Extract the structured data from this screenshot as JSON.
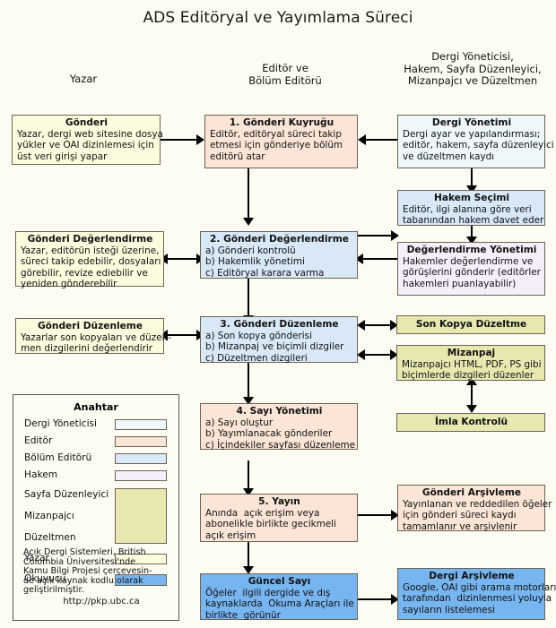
{
  "title": "ADS Editöryal ve Yayımlama Süreci",
  "columns": [
    {
      "name": "author-column-header",
      "text": "Yazar"
    },
    {
      "name": "editor-column-header",
      "text": "Editör ve\nBölüm Editörü"
    },
    {
      "name": "staff-column-header",
      "text": "Dergi Yöneticisi,\nHakem, Sayfa Düzenleyici,\nMizanpajcı ve Düzeltmen"
    }
  ],
  "boxes": {
    "submission": {
      "heading": "Gönderi",
      "lines": [
        "Yazar, dergi web sitesine dosya",
        "yükler ve OAI dizinlemesi için",
        "üst veri girişi yapar"
      ],
      "color": "#fcfbdd",
      "role": "Yazar"
    },
    "submission_queue": {
      "heading": "1. Gönderi Kuyruğu",
      "lines": [
        "Editör, editöryal süreci takip",
        "etmesi için gönderiye bölüm",
        "editörü atar"
      ],
      "color": "#fbe5d6",
      "role": "Editör"
    },
    "journal_management": {
      "heading": "Dergi Yönetimi",
      "lines": [
        "Dergi ayar ve yapılandırması;",
        "editör, hakem, sayfa düzenleyici",
        "ve düzeltmen kaydı"
      ],
      "color": "#eef8fb",
      "role": "Dergi Yöneticisi"
    },
    "reviewer_selection": {
      "heading": "Hakem Seçimi",
      "lines": [
        "Editör, ilgi alanına göre veri",
        "tabanından hakem davet eder"
      ],
      "color": "#d8e8f7",
      "role": "Bölüm Editörü"
    },
    "submission_review_author": {
      "heading": "Gönderi Değerlendirme",
      "lines": [
        "Yazar, editörün isteği üzerine,",
        "süreci takip edebilir, dosyaları",
        "görebilir, revize ediebilir ve",
        "yeniden gönderebilir"
      ],
      "color": "#fcfbdd",
      "role": "Yazar"
    },
    "submission_review": {
      "heading": "2. Gönderi Değerlendirme",
      "lines": [
        "a) Gönderi kontrolü",
        "b) Hakemlik yönetimi",
        "c) Editöryal karara varma"
      ],
      "color": "#d8e8f7",
      "role": "Bölüm Editörü"
    },
    "review_management": {
      "heading": "Değerlendirme Yönetimi",
      "lines": [
        "Hakemler değerlendirme ve",
        "görüşlerini gönderir (editörler",
        "hakemleri puanlayabilir)"
      ],
      "color": "#f6eefa",
      "role": "Hakem"
    },
    "submission_editing_author": {
      "heading": "Gönderi Düzenleme",
      "lines": [
        "Yazarlar son kopyaları ve düzelt-",
        "men dizgilerini değerlendirir"
      ],
      "color": "#fcfbdd",
      "role": "Yazar"
    },
    "submission_editing": {
      "heading": "3. Gönderi Düzenleme",
      "lines": [
        "a) Son kopya gönderisi",
        "b) Mizanpaj ve biçimli dizgiler",
        "c) Düzeltmen dizgileri"
      ],
      "color": "#d8e8f7",
      "role": "Bölüm Editörü"
    },
    "copyediting": {
      "heading": "Son Kopya Düzeltme",
      "lines": [],
      "color": "#e8e7b0",
      "role": "Sayfa Düzenleyici"
    },
    "layout": {
      "heading": "Mizanpaj",
      "lines": [
        "Mizanpajcı HTML, PDF, PS gibi",
        "biçimlerde dizgileri düzenler"
      ],
      "color": "#e8e7b0",
      "role": "Mizanpajcı"
    },
    "proofreading": {
      "heading": "İmla Kontrolü",
      "lines": [],
      "color": "#e8e7b0",
      "role": "Düzeltmen"
    },
    "issue_management": {
      "heading": "4. Sayı Yönetimi",
      "lines": [
        "a) Sayı oluştur",
        "b) Yayımlanacak gönderiler",
        "c) İçindekiler sayfası düzenleme"
      ],
      "color": "#fbe5d6",
      "role": "Editör"
    },
    "publication": {
      "heading": "5. Yayın",
      "lines": [
        "Anında  açık erişim veya",
        "abonelikle birlikte gecikmeli",
        "açık erişim"
      ],
      "color": "#fbe5d6",
      "role": "Editör"
    },
    "submission_archive": {
      "heading": "Gönderi Arşivleme",
      "lines": [
        "Yayınlanan ve reddedilen öğeler",
        "için gönderi süreci kaydı",
        "tamamlanır ve arşivlenir"
      ],
      "color": "#fbe5d6",
      "role": "Editör"
    },
    "current_issue": {
      "heading": "Güncel Sayı",
      "lines": [
        "Öğeler  ilgili dergide ve dış",
        "kaynaklarda  Okuma Araçları ile",
        "birlikte  görünür"
      ],
      "color": "#77b5f0",
      "role": "Okuyucu"
    },
    "journal_archive": {
      "heading": "Dergi Arşivleme",
      "lines": [
        "Google, OAI gibi arama motorları",
        "tarafından  dizinlenmesi yoluyla",
        "sayıların listelemesi"
      ],
      "color": "#77b5f0",
      "role": "Okuyucu"
    }
  },
  "legend": {
    "title": "Anahtar",
    "entries": [
      {
        "label": "Dergi Yöneticisi",
        "color": "#eef8fb"
      },
      {
        "label": "Editör",
        "color": "#fbe5d6"
      },
      {
        "label": "Bölüm Editörü",
        "color": "#d8e8f7"
      },
      {
        "label": "Hakem",
        "color": "#f6eefa"
      },
      {
        "label": "Sayfa Düzenleyici",
        "color": "#e8e7b0"
      },
      {
        "label": "Mizanpajcı",
        "color": "#e8e7b0"
      },
      {
        "label": "Düzeltmen",
        "color": "#e8e7b0"
      },
      {
        "label": "Yazar",
        "color": "#fcfbdd"
      },
      {
        "label": "Okuyucu",
        "color": "#77b5f0"
      }
    ],
    "footnote": [
      "Açık Dergi Sistemleri, British",
      "Colombia Üniversitesi'nde",
      "Kamu Bilgi Projesi çerçevesin-",
      "de açık kaynak kodlu olarak",
      "geliştirilmiştir."
    ],
    "url": "http://pkp.ubc.ca"
  }
}
